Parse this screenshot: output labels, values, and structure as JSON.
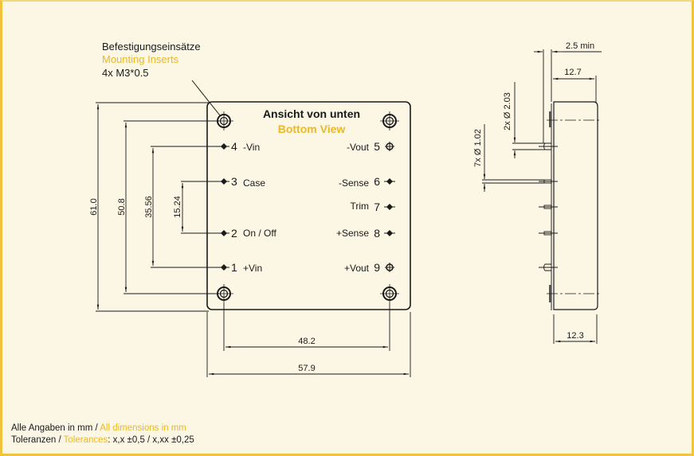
{
  "colors": {
    "background": "#fcf6e4",
    "frame": "#f1c33a",
    "accent_yellow": "#e8b92a",
    "line": "#1a1a1a"
  },
  "callout": {
    "de": "Befestigungseinsätze",
    "en": "Mounting Inserts",
    "spec": "4x M3*0.5"
  },
  "bottom_view": {
    "title_de": "Ansicht von unten",
    "title_en": "Bottom View"
  },
  "pins_left": [
    {
      "num": "4",
      "label": "-Vin"
    },
    {
      "num": "3",
      "label": "Case"
    },
    {
      "num": "2",
      "label": "On / Off"
    },
    {
      "num": "1",
      "label": "+Vin"
    }
  ],
  "pins_right": [
    {
      "num": "5",
      "label": "-Vout"
    },
    {
      "num": "6",
      "label": "-Sense"
    },
    {
      "num": "7",
      "label": "Trim"
    },
    {
      "num": "8",
      "label": "+Sense"
    },
    {
      "num": "9",
      "label": "+Vout"
    }
  ],
  "dimensions": {
    "height_total": "61.0",
    "height_mount": "50.8",
    "pin_span_outer": "35.56",
    "pin_span_inner": "15.24",
    "width_mount": "48.2",
    "width_total": "57.9",
    "pin_length_min": "2.5 min",
    "body_height": "12.7",
    "base_height": "12.3",
    "large_pin_dia": "2x Ø 2.03",
    "small_pin_dia": "7x Ø 1.02"
  },
  "footer": {
    "line1_de": "Alle Angaben in mm / ",
    "line1_en": "All dimensions in mm",
    "line2_de": "Toleranzen / ",
    "line2_en": "Tolerances",
    "line2_values": ": x,x ±0,5 / x,xx ±0,25"
  }
}
